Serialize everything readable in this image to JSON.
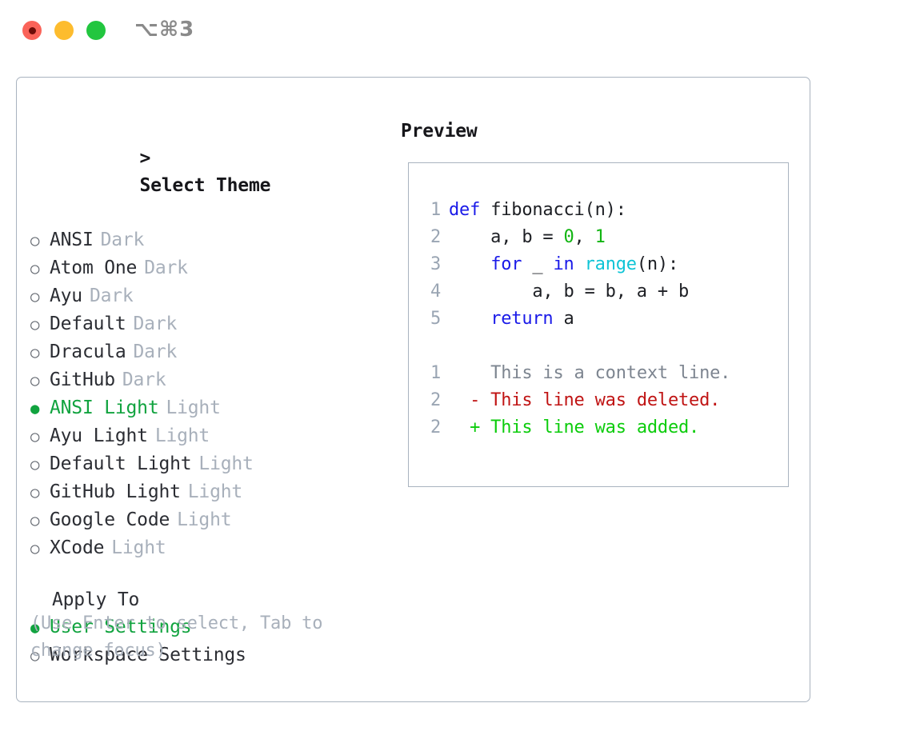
{
  "window": {
    "title": "⌥⌘3",
    "traffic_lights": [
      {
        "name": "close",
        "color": "#fa6359"
      },
      {
        "name": "minimize",
        "color": "#fdbc2e"
      },
      {
        "name": "maximize",
        "color": "#22c63f"
      }
    ]
  },
  "theme_picker": {
    "header_caret": ">",
    "header": "Select Theme",
    "bullet_off": "○",
    "bullet_on": "●",
    "themes": [
      {
        "name": "ANSI",
        "variant": "Dark",
        "selected": false
      },
      {
        "name": "Atom One",
        "variant": "Dark",
        "selected": false
      },
      {
        "name": "Ayu",
        "variant": "Dark",
        "selected": false
      },
      {
        "name": "Default",
        "variant": "Dark",
        "selected": false
      },
      {
        "name": "Dracula",
        "variant": "Dark",
        "selected": false
      },
      {
        "name": "GitHub",
        "variant": "Dark",
        "selected": false
      },
      {
        "name": "ANSI Light",
        "variant": "Light",
        "selected": true
      },
      {
        "name": "Ayu Light",
        "variant": "Light",
        "selected": false
      },
      {
        "name": "Default Light",
        "variant": "Light",
        "selected": false
      },
      {
        "name": "GitHub Light",
        "variant": "Light",
        "selected": false
      },
      {
        "name": "Google Code",
        "variant": "Light",
        "selected": false
      },
      {
        "name": "XCode",
        "variant": "Light",
        "selected": false
      }
    ]
  },
  "apply_to": {
    "header": "Apply To",
    "options": [
      {
        "name": "User Settings",
        "selected": true
      },
      {
        "name": "Workspace Settings",
        "selected": false
      }
    ]
  },
  "hint": "(Use Enter to select, Tab to change focus)",
  "preview": {
    "title": "Preview",
    "code_lines": [
      {
        "no": "1",
        "segments": [
          {
            "t": "def ",
            "c": "kw"
          },
          {
            "t": "fibonacci(n):",
            "c": "plain"
          }
        ]
      },
      {
        "no": "2",
        "segments": [
          {
            "t": "    a, b = ",
            "c": "plain"
          },
          {
            "t": "0",
            "c": "num"
          },
          {
            "t": ", ",
            "c": "plain"
          },
          {
            "t": "1",
            "c": "num"
          }
        ]
      },
      {
        "no": "3",
        "segments": [
          {
            "t": "    ",
            "c": "plain"
          },
          {
            "t": "for",
            "c": "kw"
          },
          {
            "t": " _ ",
            "c": "plain"
          },
          {
            "t": "in",
            "c": "kw"
          },
          {
            "t": " ",
            "c": "plain"
          },
          {
            "t": "range",
            "c": "fn"
          },
          {
            "t": "(n):",
            "c": "plain"
          }
        ]
      },
      {
        "no": "4",
        "segments": [
          {
            "t": "        a, b = b, a + b",
            "c": "plain"
          }
        ]
      },
      {
        "no": "5",
        "segments": [
          {
            "t": "    ",
            "c": "plain"
          },
          {
            "t": "return",
            "c": "kw"
          },
          {
            "t": " a",
            "c": "plain"
          }
        ]
      }
    ],
    "diff_lines": [
      {
        "no": "1",
        "marker": " ",
        "text": " This is a context line.",
        "kind": "ctx"
      },
      {
        "no": "2",
        "marker": "-",
        "text": " This line was deleted.",
        "kind": "del"
      },
      {
        "no": "2",
        "marker": "+",
        "text": " This line was added.",
        "kind": "add"
      }
    ]
  },
  "colors": {
    "selection_green": "#11a33f",
    "diff_add_green": "#0ccc0c",
    "diff_del_red": "#c01414",
    "keyword_blue": "#1a1ae8",
    "number_green": "#12b512",
    "function_cyan": "#0fc4d6",
    "muted_gray": "#a8b0bb",
    "border_gray": "#a9b3bf"
  }
}
